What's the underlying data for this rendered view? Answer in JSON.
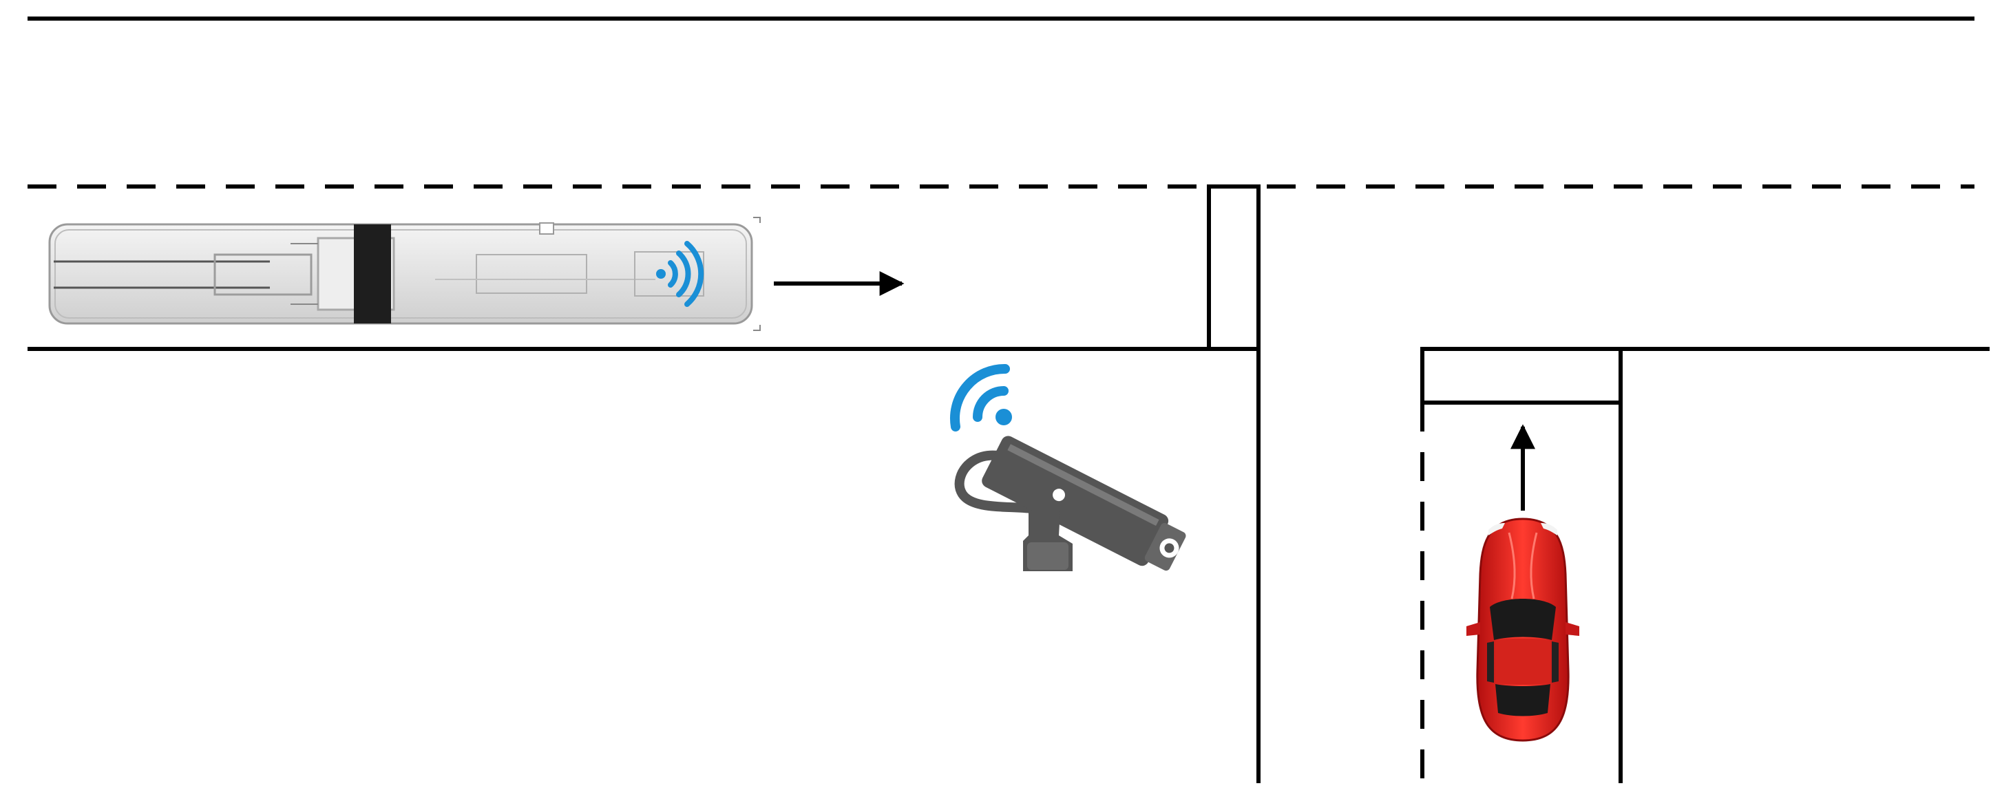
{
  "diagram": {
    "type": "road-intersection-scene",
    "elements": {
      "bus": {
        "icon": "bus-top-view",
        "body_color": "#e6e6e6",
        "band_color": "#1e1e1e",
        "signal_icon": "wifi-signal-icon",
        "direction": "east"
      },
      "camera": {
        "icon": "roadside-camera-icon",
        "body_color": "#555555",
        "signal_icon": "wifi-signal-icon"
      },
      "car": {
        "icon": "red-car-top-view",
        "body_color": "#e0201f",
        "direction": "north"
      },
      "arrows": [
        "bus-direction-arrow",
        "car-direction-arrow"
      ]
    },
    "colors": {
      "road_line": "#000000",
      "signal": "#1a8fd6",
      "background": "#ffffff"
    }
  }
}
